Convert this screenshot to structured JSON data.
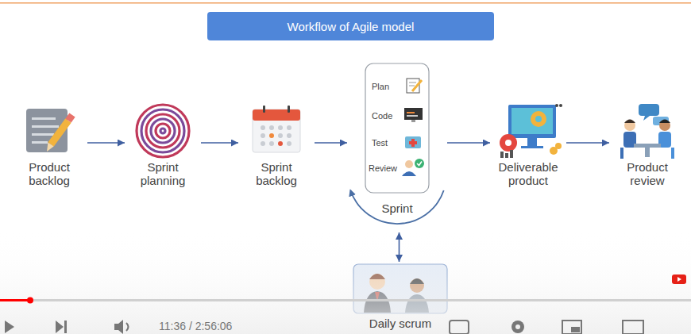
{
  "diagram": {
    "title": "Workflow of Agile model",
    "nodes": [
      {
        "text": [
          "Product backlog"
        ]
      },
      {
        "text": [
          "Sprint planning"
        ]
      },
      {
        "text": [
          "Sprint backlog"
        ]
      },
      {
        "text": [
          "Plan",
          "Code",
          "Test",
          "Review",
          "Sprint"
        ]
      },
      {
        "text": [
          "Deliverable product"
        ]
      },
      {
        "text": [
          "Product review"
        ]
      },
      {
        "text": [
          "Daily scrum"
        ]
      }
    ],
    "edges": [
      {
        "from": 0,
        "to": 1,
        "arrow": "to"
      },
      {
        "from": 1,
        "to": 2,
        "arrow": "to"
      },
      {
        "from": 2,
        "to": 3,
        "arrow": "to"
      },
      {
        "from": 3,
        "to": 4,
        "arrow": "to"
      },
      {
        "from": 4,
        "to": 5,
        "arrow": "to"
      },
      {
        "from": 3,
        "to": 6,
        "arrow": "both"
      }
    ],
    "labels": [
      "11:36 / 2:56:06"
    ]
  }
}
